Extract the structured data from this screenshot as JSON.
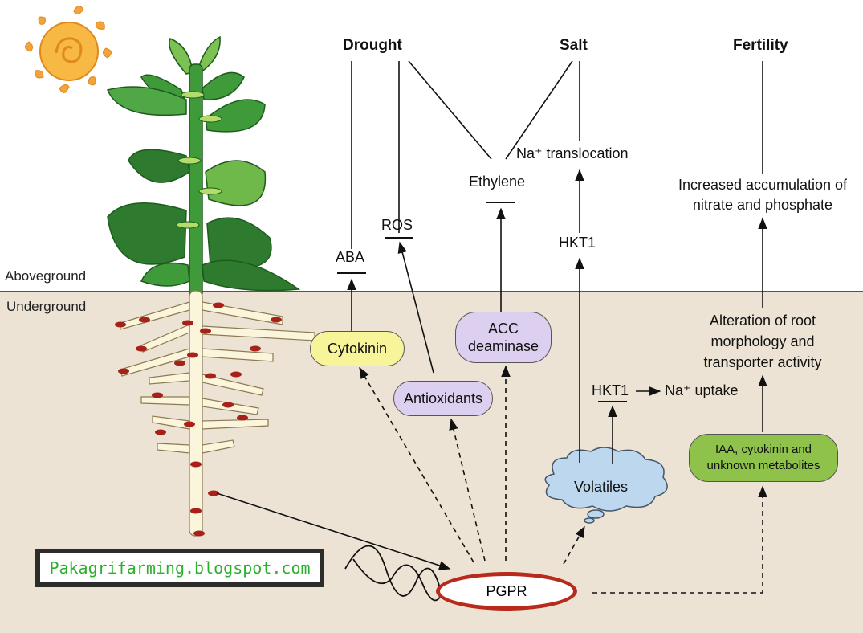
{
  "zones": {
    "aboveground": "Aboveground",
    "underground": "Underground"
  },
  "headers": {
    "drought": "Drought",
    "salt": "Salt",
    "fertility": "Fertility"
  },
  "labels": {
    "aba": "ABA",
    "ros": "ROS",
    "ethylene": "Ethylene",
    "na_translocation": "Na⁺ translocation",
    "hkt1_upper": "HKT1",
    "hkt1_lower": "HKT1",
    "na_uptake": "Na⁺ uptake",
    "increased_accumulation_line1": "Increased accumulation of",
    "increased_accumulation_line2": "nitrate and phosphate",
    "alteration_line1": "Alteration of root",
    "alteration_line2": "morphology and",
    "alteration_line3": "transporter activity"
  },
  "nodes": {
    "cytokinin": "Cytokinin",
    "antioxidants": "Antioxidants",
    "acc_line1": "ACC",
    "acc_line2": "deaminase",
    "volatiles": "Volatiles",
    "iaa_line1": "IAA, cytokinin and",
    "iaa_line2": "unknown metabolites",
    "pgpr": "PGPR"
  },
  "watermark": "Pakagrifarming.blogspot.com",
  "colors": {
    "soil": "#ece3d4",
    "cytokinin": "#f7f49a",
    "lavender": "#dccff0",
    "green_node": "#8fc24a",
    "pgpr_ring": "#b72a1c",
    "leaf": "#3f9a3a",
    "root": "#fbf5dc",
    "nodule": "#a8201a",
    "sun": "#f2a33a",
    "cloud": "#bcd7ee",
    "watermark_text": "#2bb02b"
  }
}
